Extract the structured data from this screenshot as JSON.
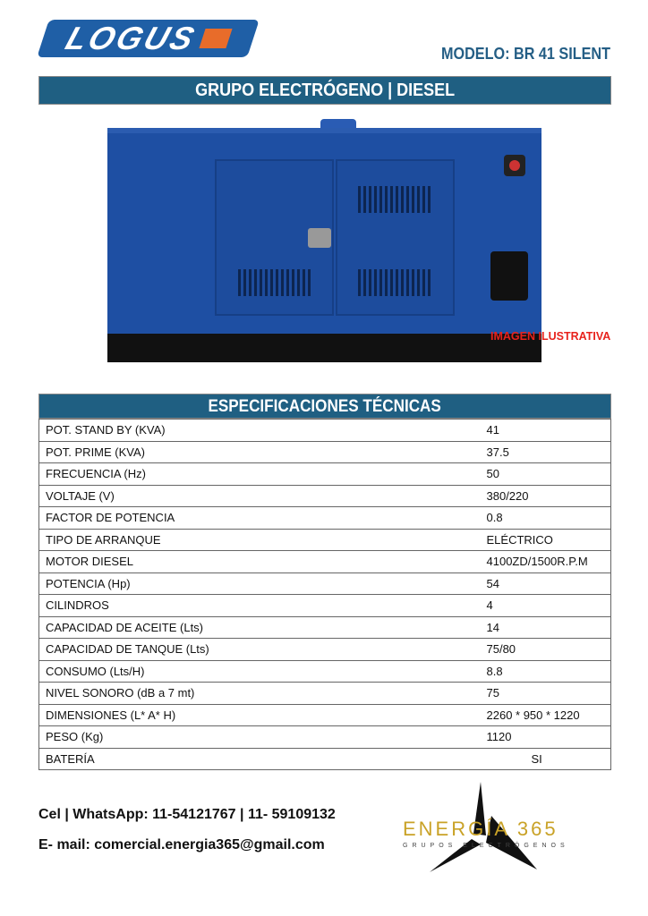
{
  "header": {
    "logo_text": "LOGUS",
    "model": "MODELO: BR 41 SILENT",
    "title": "GRUPO ELECTRÓGENO | DIESEL"
  },
  "image_note": "IMAGEN ILUSTRATIVA",
  "specs": {
    "title": "ESPECIFICACIONES TÉCNICAS",
    "rows": [
      [
        "POT. STAND BY (KVA)",
        "41"
      ],
      [
        "POT. PRIME (KVA)",
        "37.5"
      ],
      [
        "FRECUENCIA (Hz)",
        "50"
      ],
      [
        "VOLTAJE (V)",
        "380/220"
      ],
      [
        "FACTOR DE POTENCIA",
        "0.8"
      ],
      [
        "TIPO DE ARRANQUE",
        "ELÉCTRICO"
      ],
      [
        "MOTOR DIESEL",
        "4100ZD/1500R.P.M"
      ],
      [
        "POTENCIA (Hp)",
        "54"
      ],
      [
        "CILINDROS",
        "4"
      ],
      [
        "CAPACIDAD DE ACEITE (Lts)",
        "14"
      ],
      [
        "CAPACIDAD DE TANQUE (Lts)",
        "75/80"
      ],
      [
        "CONSUMO (Lts/H)",
        "8.8"
      ],
      [
        "NIVEL SONORO (dB a 7 mt)",
        "75"
      ],
      [
        "DIMENSIONES (L* A* H)",
        "2260 * 950 * 1220"
      ],
      [
        "PESO (Kg)",
        "1120"
      ],
      [
        "BATERÍA",
        "SI"
      ]
    ]
  },
  "contact": {
    "phone": "Cel | WhatsApp: 11-54121767 | 11- 59109132",
    "email": "E- mail: comercial.energia365@gmail.com"
  },
  "brand": {
    "name": "ENERGÍA 365",
    "tagline": "GRUPOS ELECTRÓGENOS"
  }
}
